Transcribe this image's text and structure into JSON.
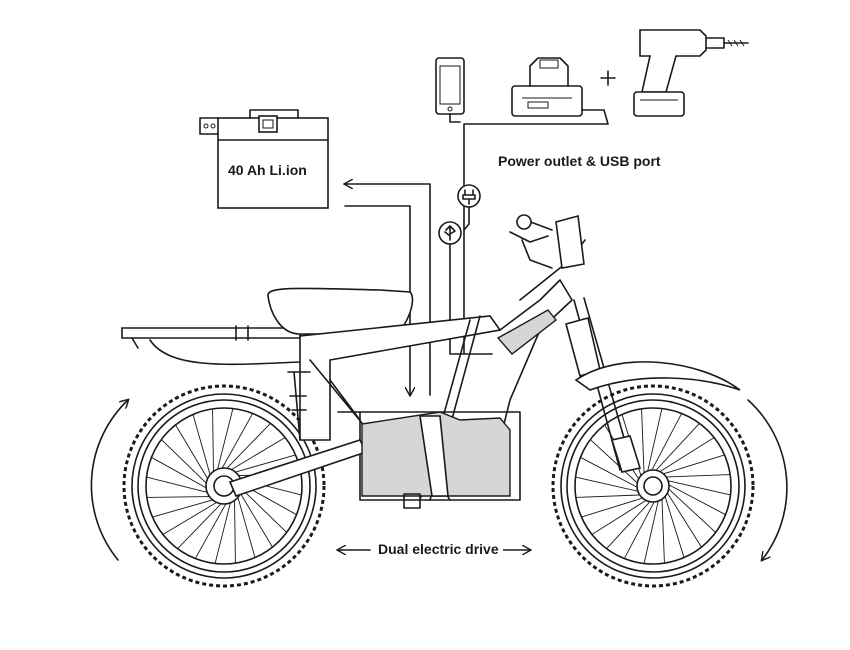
{
  "labels": {
    "battery": "40 Ah Li.ion",
    "power": "Power outlet & USB port",
    "drive": "Dual electric drive"
  },
  "colors": {
    "line": "#1a1a1a",
    "battery_fill": "#d6d6d6",
    "background": "#ffffff"
  },
  "icons": [
    "battery-box-icon",
    "smartphone-icon",
    "battery-charger-icon",
    "power-drill-icon",
    "plug-icon",
    "usb-icon",
    "motorcycle-illustration"
  ]
}
